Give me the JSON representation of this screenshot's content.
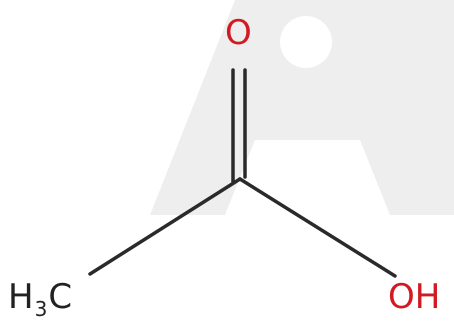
{
  "molecule": {
    "atoms": {
      "carbonyl_oxygen": "O",
      "hydroxyl": "OH",
      "methyl_prefix": "H",
      "methyl_subscript": "3",
      "methyl_suffix": "C"
    }
  },
  "colors": {
    "bond": "#2a2a2a",
    "oxygen": "#d11a22",
    "carbon": "#222222",
    "watermark": "#eeeeee"
  }
}
